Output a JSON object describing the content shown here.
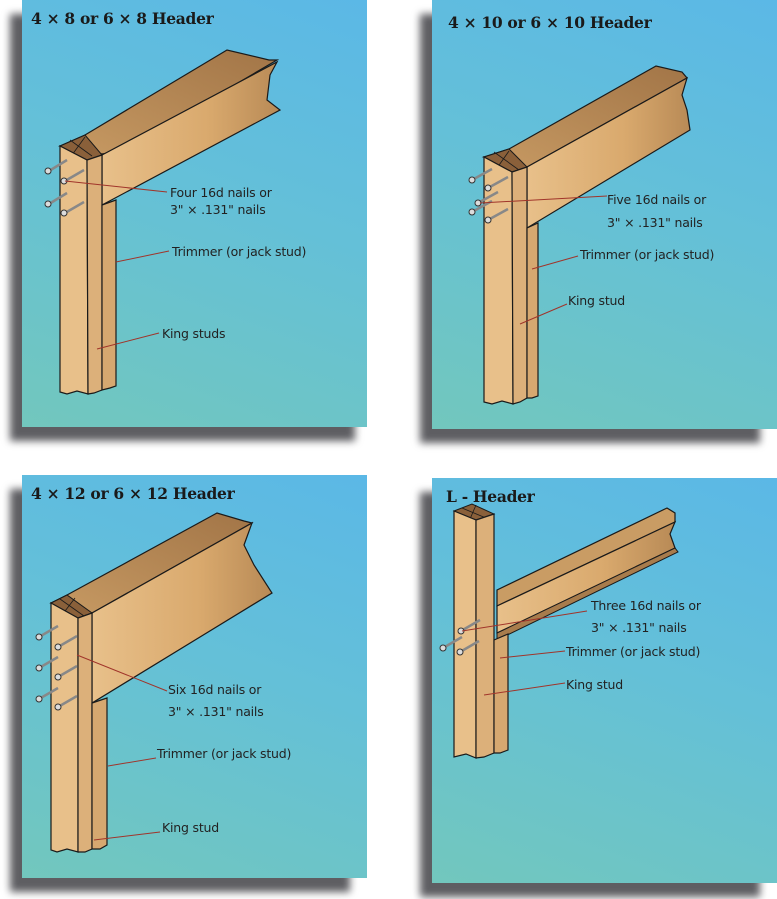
{
  "panels": [
    {
      "id": "4x8",
      "title": "4 × 8 or 6 × 8 Header",
      "nail_count": 4,
      "labels": {
        "nails_line1": "Four 16d nails or",
        "nails_line2": "3\" × .131\" nails",
        "trimmer": "Trimmer (or jack stud)",
        "king": "King studs"
      }
    },
    {
      "id": "4x10",
      "title": "4 × 10 or 6 × 10 Header",
      "nail_count": 5,
      "labels": {
        "nails_line1": "Five 16d nails or",
        "nails_line2": "3\" × .131\" nails",
        "trimmer": "Trimmer (or jack stud)",
        "king": "King stud"
      }
    },
    {
      "id": "4x12",
      "title": "4 × 12 or 6 × 12 Header",
      "nail_count": 6,
      "labels": {
        "nails_line1": "Six 16d nails or",
        "nails_line2": "3\" × .131\" nails",
        "trimmer": "Trimmer (or jack stud)",
        "king": "King stud"
      }
    },
    {
      "id": "l-header",
      "title": "L - Header",
      "nail_count": 3,
      "labels": {
        "nails_line1": "Three 16d nails or",
        "nails_line2": "3\" × .131\" nails",
        "trimmer": "Trimmer (or jack stud)",
        "king": "King stud"
      }
    }
  ],
  "colors": {
    "background_top": "#5bb8e6",
    "background_bottom": "#72c7bd",
    "wood_light": "#e8c08a",
    "wood_mid": "#d9aa6e",
    "wood_dark": "#a87c4c",
    "end_grain": "#8a603a",
    "leader_line": "#a0342a",
    "shadow": "#5e5e62"
  }
}
